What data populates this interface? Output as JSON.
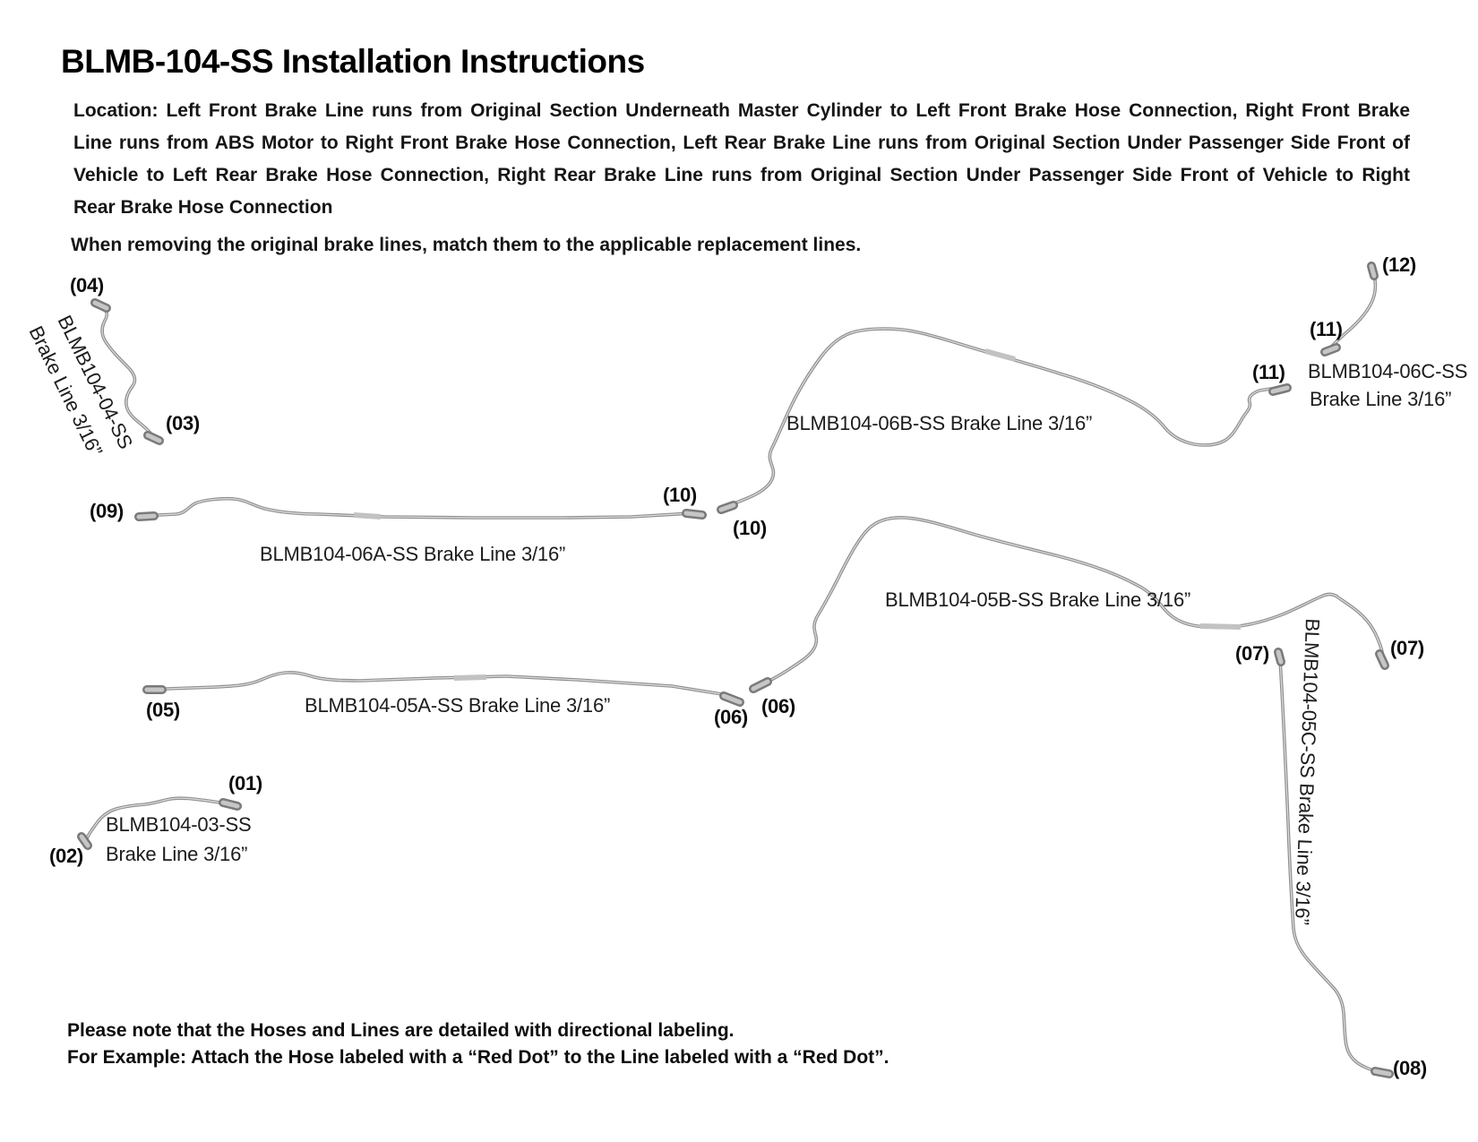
{
  "header": {
    "title": "BLMB-104-SS Installation Instructions",
    "location_lines": [
      "Location: Left Front Brake Line runs from Original Section Underneath Master Cylinder to Left Front Brake Hose Connection, Right Front Brake",
      "Line runs from ABS Motor to Right Front Brake Hose Connection, Left Rear Brake Line runs from Original Section Under Passenger Side Front of",
      "Vehicle to Left Rear Brake Hose Connection, Right Rear Brake Line runs from Original Section Under Passenger Side Front of Vehicle to Right",
      "Rear Brake Hose Connection"
    ],
    "match_note": "When removing the original brake lines, match them to the applicable replacement lines."
  },
  "diagram": {
    "line_04": {
      "caption_line1": "BLMB104-04-SS",
      "caption_line2": "Brake Line 3/16”",
      "end_top": "(04)",
      "end_bottom": "(03)"
    },
    "line_06a": {
      "caption": "BLMB104-06A-SS Brake Line 3/16”",
      "end_left": "(09)",
      "end_right": "(10)"
    },
    "line_06b": {
      "caption": "BLMB104-06B-SS Brake Line 3/16”",
      "end_left": "(10)",
      "end_right": "(11)"
    },
    "line_06c": {
      "caption_line1": "BLMB104-06C-SS",
      "caption_line2": "Brake Line 3/16”",
      "end_left": "(11)",
      "end_right": "(12)"
    },
    "line_05a": {
      "caption": "BLMB104-05A-SS Brake Line 3/16”",
      "end_left": "(05)",
      "end_right": "(06)"
    },
    "line_05b": {
      "caption": "BLMB104-05B-SS Brake Line 3/16”",
      "end_left": "(06)",
      "end_right": "(07)"
    },
    "line_05c": {
      "caption": "BLMB104-05C-SS Brake Line 3/16”",
      "end_top": "(07)",
      "end_bottom": "(08)"
    },
    "line_03": {
      "caption_line1": "BLMB104-03-SS",
      "caption_line2": "Brake Line 3/16”",
      "end_right": "(01)",
      "end_left": "(02)"
    }
  },
  "footer": {
    "note_line1": "Please note that the Hoses and Lines are detailed with directional labeling.",
    "note_line2": "For Example: Attach the Hose labeled with a “Red Dot” to the Line labeled with a “Red Dot”."
  },
  "colors": {
    "background": "#ffffff",
    "text": "#111111",
    "tube": "#8f8f8f",
    "tube_highlight": "#dedede"
  }
}
